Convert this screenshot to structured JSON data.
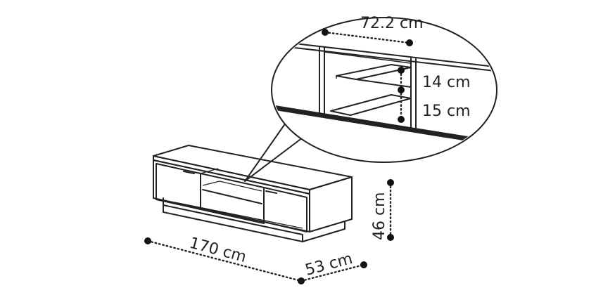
{
  "dimensions": {
    "detail_width": "72.2 cm",
    "shelf_top_gap": "14 cm",
    "shelf_bottom_gap": "15 cm",
    "height": "46 cm",
    "width": "170 cm",
    "depth": "53 cm"
  },
  "colors": {
    "line": "#222222",
    "background": "#ffffff"
  }
}
